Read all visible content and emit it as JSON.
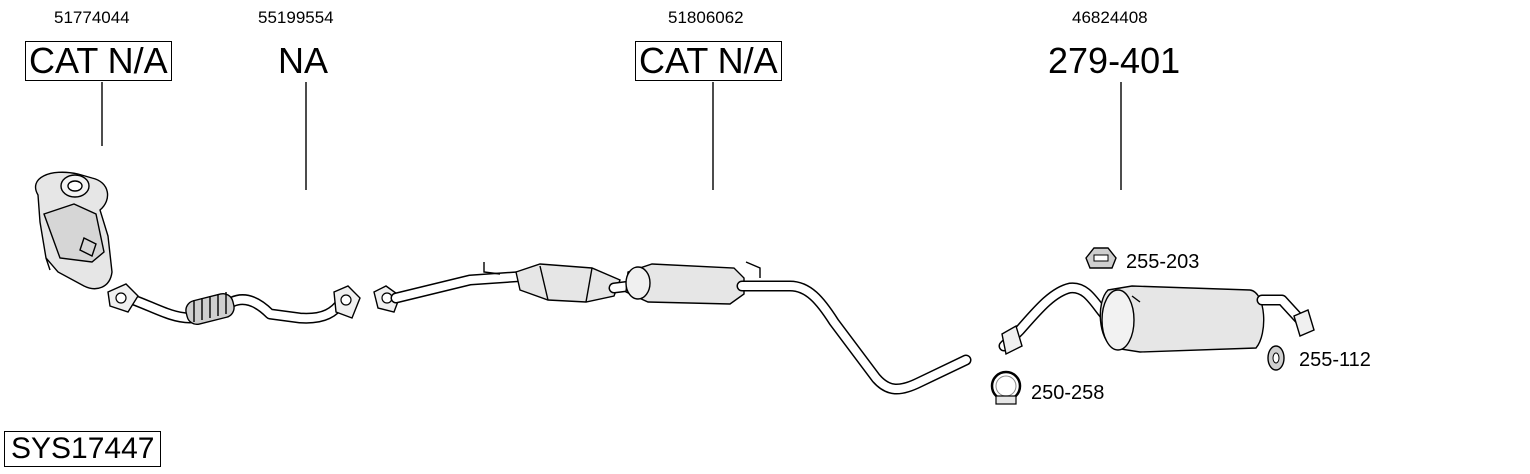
{
  "parts": [
    {
      "oem": "51774044",
      "ref": "CAT N/A"
    },
    {
      "oem": "55199554",
      "ref": "NA"
    },
    {
      "oem": "51806062",
      "ref": "CAT N/A"
    },
    {
      "oem": "46824408",
      "ref": "279-401"
    }
  ],
  "accessories": [
    {
      "ref": "255-203"
    },
    {
      "ref": "255-112"
    },
    {
      "ref": "250-258"
    }
  ],
  "system_code": "SYS17447"
}
